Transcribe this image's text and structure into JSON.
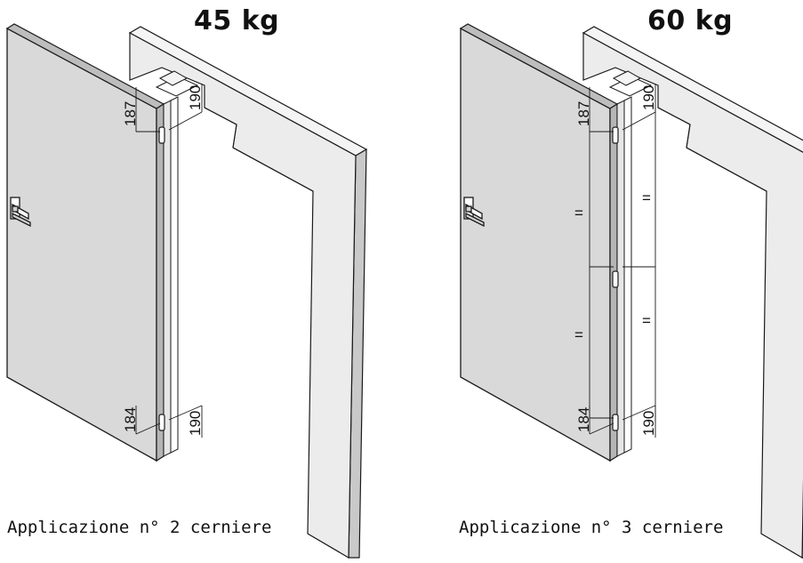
{
  "panels": [
    {
      "weight": "45 kg",
      "caption": "Applicazione n° 2 cerniere",
      "dimensions": {
        "top_left": "187",
        "top_right": "190",
        "bottom_left": "184",
        "bottom_right": "190"
      }
    },
    {
      "weight": "60 kg",
      "caption": "Applicazione n° 3 cerniere",
      "dimensions": {
        "top_left": "187",
        "top_right": "190",
        "bottom_left": "184",
        "bottom_right": "190",
        "equal": "="
      }
    }
  ],
  "colors": {
    "door_face": "#d9d9d9",
    "door_edge": "#b5b5b5",
    "frame_face": "#ececec",
    "frame_side": "#c9c9c9",
    "line": "#1a1a1a"
  }
}
